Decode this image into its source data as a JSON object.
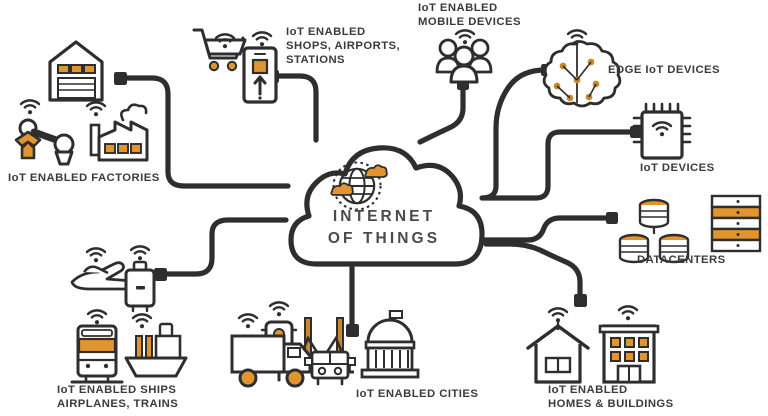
{
  "diagram": {
    "title": "Internet of Things ecosystem diagram",
    "center": {
      "name": "internet-of-things-cloud",
      "line1": "INTERNET",
      "line2": "OF THINGS",
      "icon": "globe-cloud-icon"
    },
    "colors": {
      "stroke": "#2e2e2e",
      "accent": "#e2952f",
      "accent_dark": "#c98a2b",
      "text": "#3b3b3b",
      "cloud_text": "#4a4a4a",
      "background": "#ffffff"
    },
    "nodes": [
      {
        "id": "factories",
        "label": "IoT ENABLED FACTORIES",
        "lines": [
          "IoT ENABLED FACTORIES"
        ],
        "icons": [
          "warehouse-icon",
          "robot-arm-icon",
          "wifi-icon",
          "factory-icon"
        ]
      },
      {
        "id": "shops",
        "label": "IoT ENABLED SHOPS, AIRPORTS, STATIONS",
        "lines": [
          "IoT ENABLED",
          "SHOPS, AIRPORTS,",
          "STATIONS"
        ],
        "icons": [
          "shopping-cart-wifi-icon",
          "wifi-icon",
          "smartphone-icon"
        ]
      },
      {
        "id": "mobile",
        "label": "IoT ENABLED MOBILE DEVICES",
        "lines": [
          "IoT ENABLED",
          "MOBILE DEVICES"
        ],
        "icons": [
          "people-group-icon",
          "wifi-icon"
        ]
      },
      {
        "id": "edge",
        "label": "EDGE IoT DEVICES",
        "lines": [
          "EDGE IoT DEVICES"
        ],
        "icons": [
          "brain-icon",
          "wifi-icon"
        ]
      },
      {
        "id": "devices",
        "label": "IoT DEVICES",
        "lines": [
          "IoT DEVICES"
        ],
        "icons": [
          "microchip-wifi-icon"
        ]
      },
      {
        "id": "datacenters",
        "label": "DATACENTERS",
        "lines": [
          "DATACENTERS"
        ],
        "icons": [
          "database-cylinders-icon",
          "server-rack-icon"
        ]
      },
      {
        "id": "transport",
        "label": "IoT ENABLED SHIPS AIRPLANES, TRAINS",
        "lines": [
          "IoT ENABLED SHIPS",
          "AIRPLANES, TRAINS"
        ],
        "icons": [
          "airplane-icon",
          "suitcase-icon",
          "train-icon",
          "ship-icon",
          "wifi-icon"
        ]
      },
      {
        "id": "cities",
        "label": "IoT ENABLED CITIES",
        "lines": [
          "IoT ENABLED CITIES"
        ],
        "icons": [
          "traffic-light-icon",
          "bridge-icon",
          "capitol-building-icon",
          "truck-icon",
          "car-icon",
          "wifi-icon"
        ]
      },
      {
        "id": "homes",
        "label": "IoT ENABLED HOMES & BUILDINGS",
        "lines": [
          "IoT ENABLED",
          "HOMES & BUILDINGS"
        ],
        "icons": [
          "house-wifi-icon",
          "office-building-wifi-icon"
        ]
      }
    ]
  }
}
